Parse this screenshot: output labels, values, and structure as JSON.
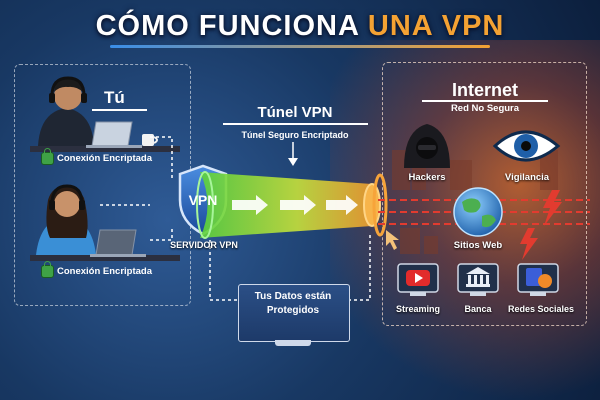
{
  "title": {
    "part1": "CÓMO FUNCIONA",
    "part2": "UNA VPN"
  },
  "user_section": {
    "label": "Tú",
    "connection_label_1": "Conexión Encriptada",
    "connection_label_2": "Conexión Encriptada"
  },
  "vpn_server": {
    "badge": "VPN",
    "label": "SERVIDOR VPN"
  },
  "tunnel": {
    "title": "Túnel VPN",
    "subtitle": "Túnel Seguro Encriptado"
  },
  "data_box": {
    "line1": "Tus Datos están",
    "line2": "Protegidos"
  },
  "internet": {
    "title": "Internet",
    "subtitle": "Red No Segura",
    "threats": [
      "Hackers",
      "Vigilancia"
    ],
    "websites_label": "Sitios Web",
    "services": [
      "Streaming",
      "Banca",
      "Redes Sociales"
    ]
  },
  "colors": {
    "accent": "#f4a233",
    "background": "#183863",
    "lock": "#3fa246",
    "tunnel": "#7ed321",
    "danger": "#e23b2f"
  },
  "icons": [
    "laptop-icon",
    "coffee-cup-icon",
    "shield-icon",
    "lock-icon",
    "hacker-icon",
    "eye-icon",
    "globe-icon",
    "play-icon",
    "bank-icon",
    "social-icon",
    "lightning-icon",
    "monitor-icon"
  ]
}
